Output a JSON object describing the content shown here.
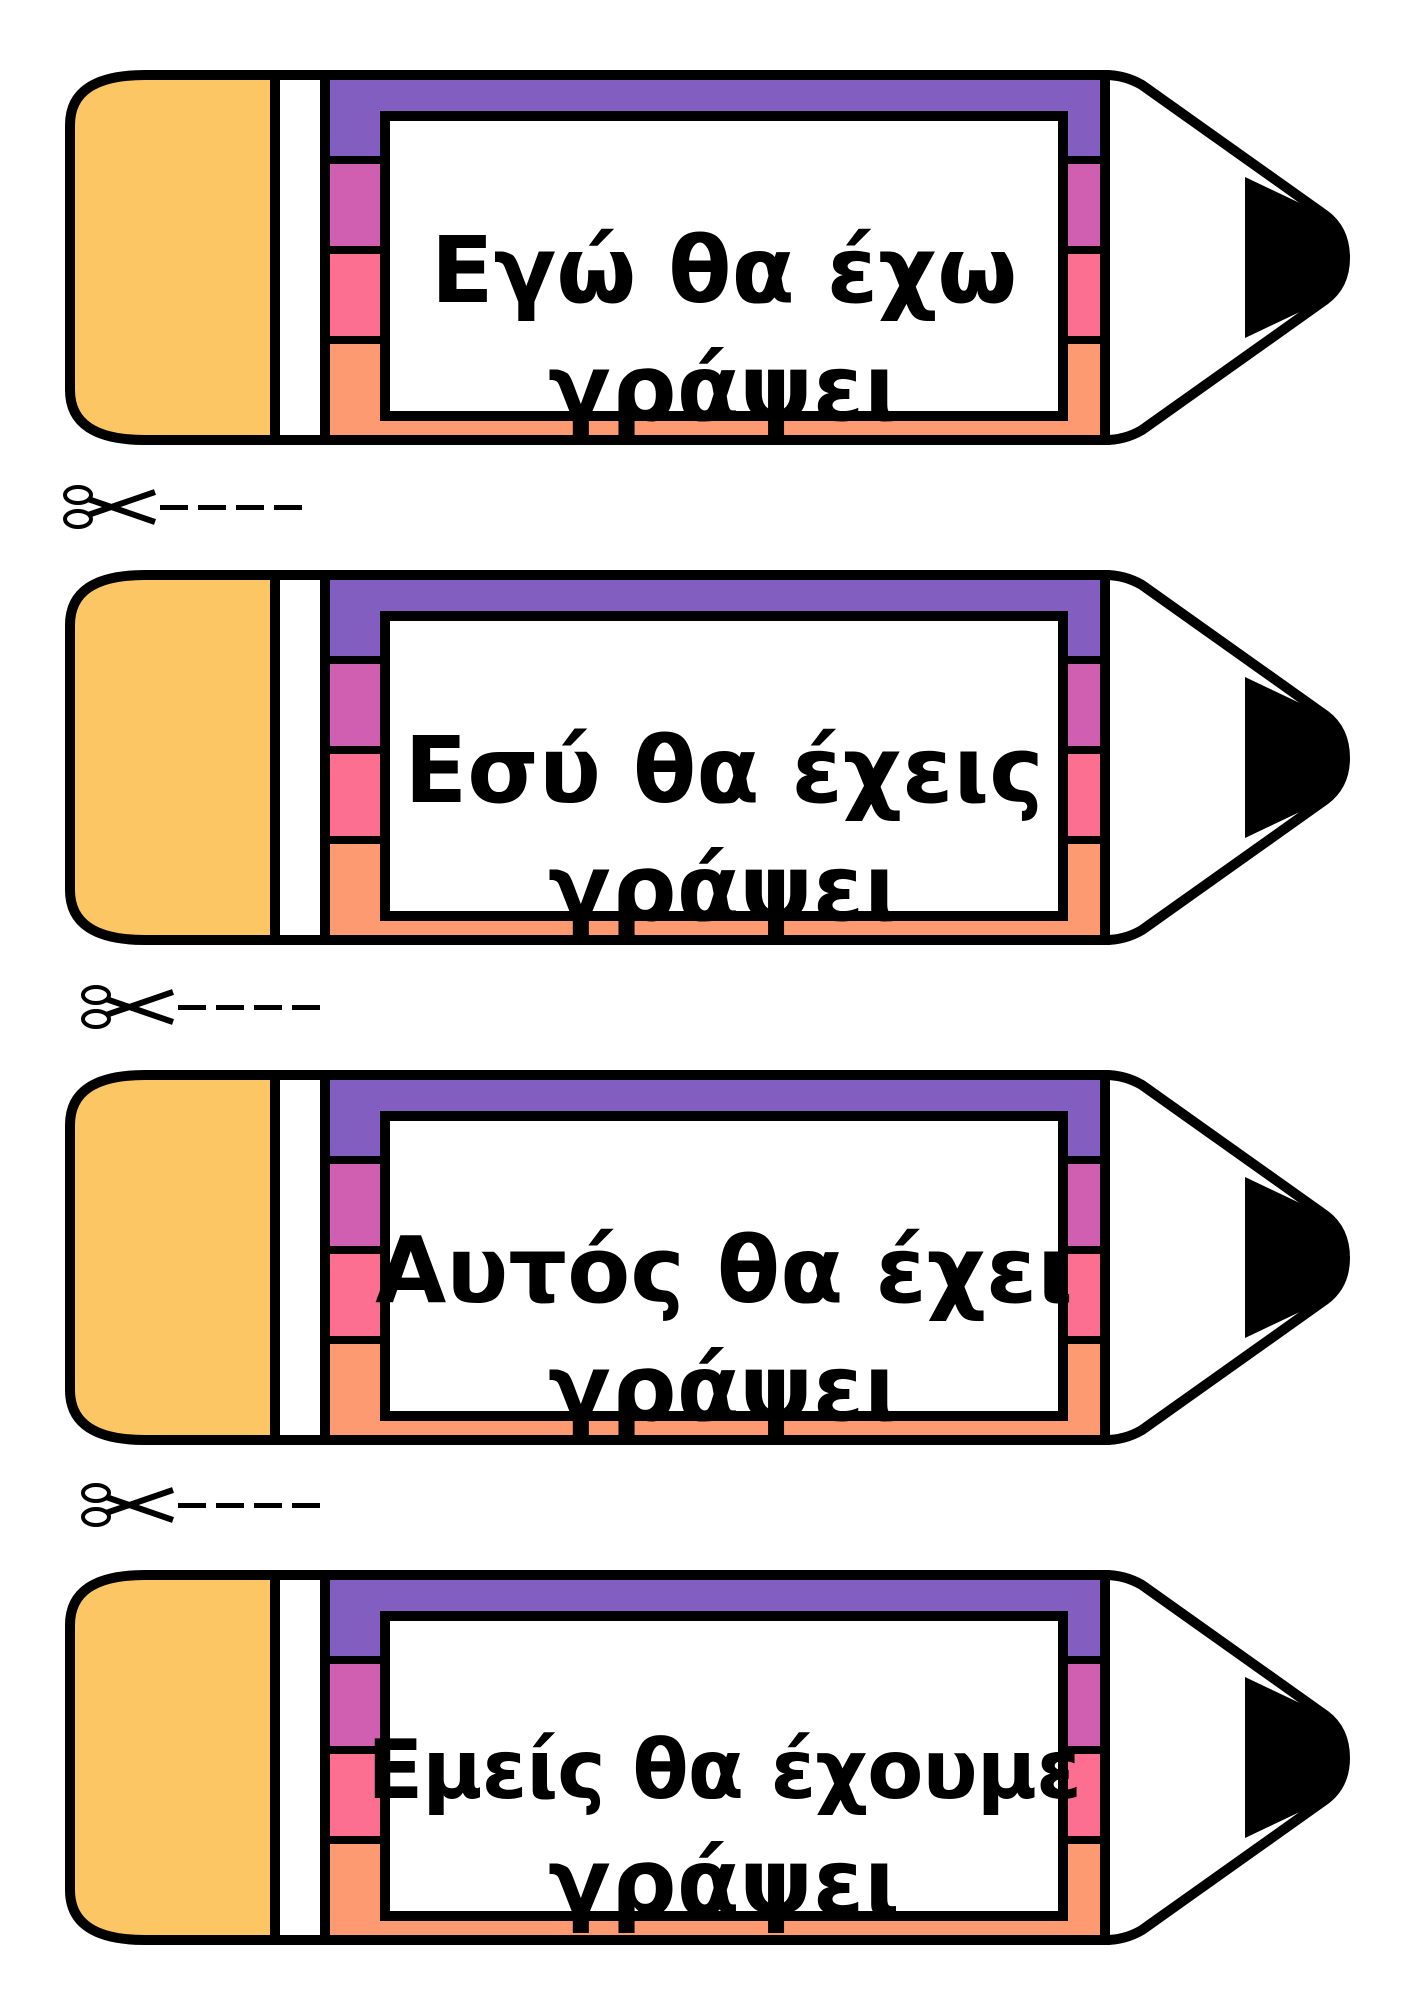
{
  "cards": [
    {
      "line1": "Εγώ θα έχω",
      "line2": "γράψει"
    },
    {
      "line1": "Εσύ θα έχεις",
      "line2": "γράψει"
    },
    {
      "line1": "Αυτός θα έχει",
      "line2": "γράψει"
    },
    {
      "line1": "Εμείς θα έχουμε",
      "line2": "γράψει"
    }
  ],
  "cut_lines": [
    {
      "icon": "scissors-icon",
      "text": "✂----"
    },
    {
      "icon": "scissors-icon",
      "text": "✂----"
    },
    {
      "icon": "scissors-icon",
      "text": "✂----"
    }
  ],
  "colors": {
    "eraser": "#fcc664",
    "band_white": "#ffffff",
    "body_top": "#835ec1",
    "body_mid1": "#d05fb1",
    "body_mid2": "#fd6f91",
    "body_bottom": "#fe9a71",
    "outline": "#000000",
    "tip_lead": "#000000"
  }
}
